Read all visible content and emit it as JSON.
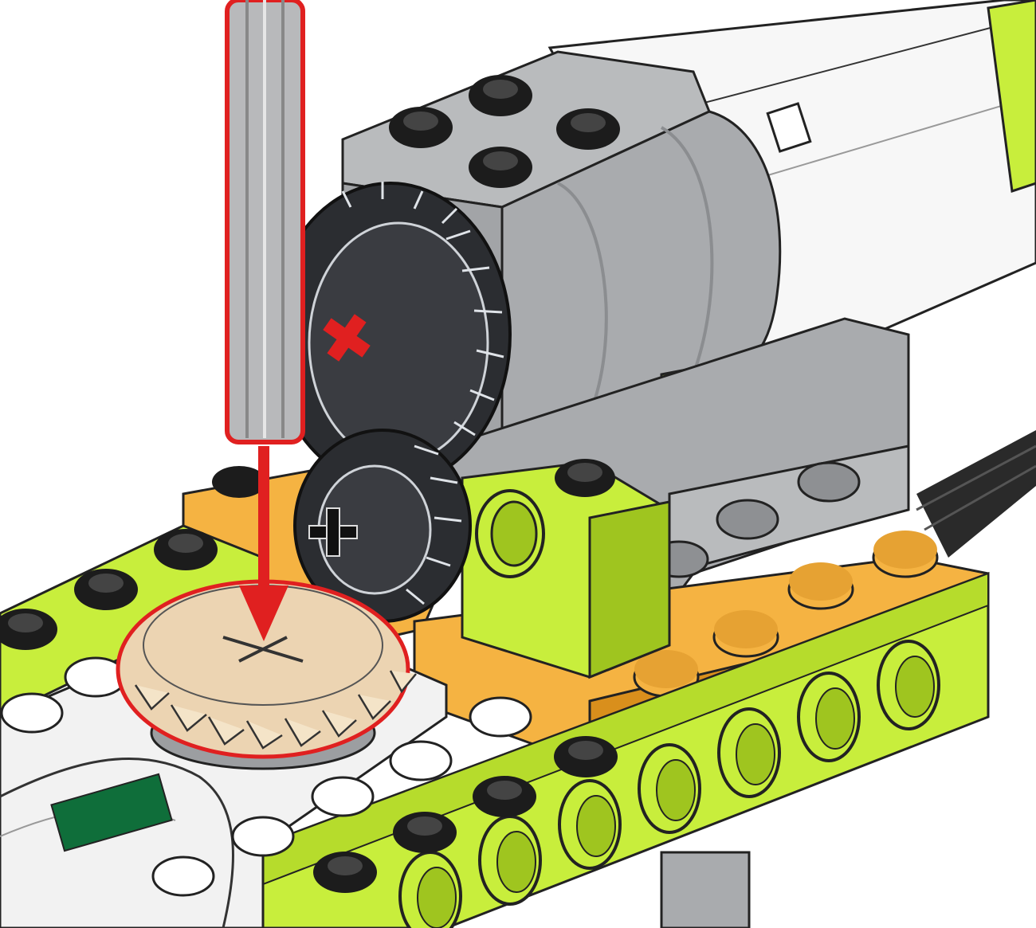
{
  "colors": {
    "background": "#ffffff",
    "lime": "#c8ee3c",
    "lime_dark": "#9fc51f",
    "lime_shadow": "#7f9e14",
    "orange": "#f5b342",
    "orange_dark": "#d98f1c",
    "motor_gray": "#a9abae",
    "motor_gray_dark": "#8b8d90",
    "motor_gray_light": "#c4c6c8",
    "hub_white": "#f2f2f2",
    "stud_black": "#1c1c1c",
    "gear_dark": "#2b2d31",
    "gear_tan": "#ecd4b2",
    "highlight_red": "#e02020",
    "axle_gray": "#b8b9bb",
    "indicator_green": "#0f6e3a",
    "outline": "#222222"
  },
  "parts": {
    "axle": {
      "name": "axle",
      "highlighted": true
    },
    "motor": {
      "name": "motor"
    },
    "gear_black_24_tooth": {
      "name": "gear-black"
    },
    "gear_tan_crown": {
      "name": "gear-tan",
      "highlighted": true
    },
    "lime_beam": {
      "name": "lime-beam"
    },
    "orange_plate": {
      "name": "orange-plate"
    },
    "smart_hub": {
      "name": "smart-hub"
    }
  },
  "instruction": {
    "arrow_direction": "down",
    "arrow_icon": "arrow-down-icon"
  }
}
